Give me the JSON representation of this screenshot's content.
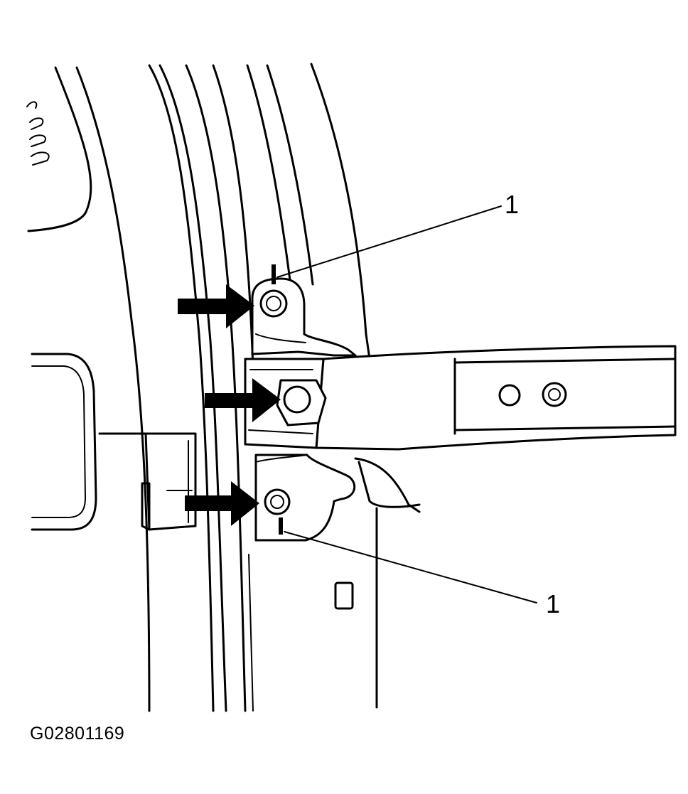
{
  "callouts": [
    {
      "label": "1"
    },
    {
      "label": "1"
    }
  ],
  "figure_id": "G02801169",
  "colors": {
    "line": "#000000",
    "background": "#ffffff"
  }
}
